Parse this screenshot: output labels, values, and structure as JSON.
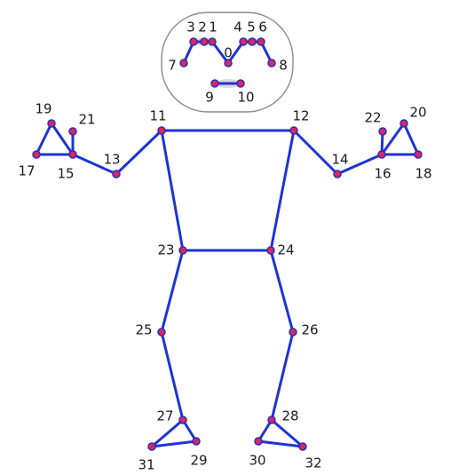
{
  "colors": {
    "bone": "#1f33d6",
    "joint_fill": "#e0245e",
    "joint_stroke": "#2a2fb8",
    "head_outline": "#8a8a8a",
    "eye_mouth": "#d9d9d9"
  },
  "landmarks": [
    {
      "id": 0,
      "label": "0"
    },
    {
      "id": 1,
      "label": "1"
    },
    {
      "id": 2,
      "label": "2"
    },
    {
      "id": 3,
      "label": "3"
    },
    {
      "id": 4,
      "label": "4"
    },
    {
      "id": 5,
      "label": "5"
    },
    {
      "id": 6,
      "label": "6"
    },
    {
      "id": 7,
      "label": "7"
    },
    {
      "id": 8,
      "label": "8"
    },
    {
      "id": 9,
      "label": "9"
    },
    {
      "id": 10,
      "label": "10"
    },
    {
      "id": 11,
      "label": "11"
    },
    {
      "id": 12,
      "label": "12"
    },
    {
      "id": 13,
      "label": "13"
    },
    {
      "id": 14,
      "label": "14"
    },
    {
      "id": 15,
      "label": "15"
    },
    {
      "id": 16,
      "label": "16"
    },
    {
      "id": 17,
      "label": "17"
    },
    {
      "id": 18,
      "label": "18"
    },
    {
      "id": 19,
      "label": "19"
    },
    {
      "id": 20,
      "label": "20"
    },
    {
      "id": 21,
      "label": "21"
    },
    {
      "id": 22,
      "label": "22"
    },
    {
      "id": 23,
      "label": "23"
    },
    {
      "id": 24,
      "label": "24"
    },
    {
      "id": 25,
      "label": "25"
    },
    {
      "id": 26,
      "label": "26"
    },
    {
      "id": 27,
      "label": "27"
    },
    {
      "id": 28,
      "label": "28"
    },
    {
      "id": 29,
      "label": "29"
    },
    {
      "id": 30,
      "label": "30"
    },
    {
      "id": 31,
      "label": "31"
    },
    {
      "id": 32,
      "label": "32"
    }
  ],
  "connections": [
    [
      0,
      1
    ],
    [
      1,
      2
    ],
    [
      2,
      3
    ],
    [
      3,
      7
    ],
    [
      0,
      4
    ],
    [
      4,
      5
    ],
    [
      5,
      6
    ],
    [
      6,
      8
    ],
    [
      9,
      10
    ],
    [
      11,
      12
    ],
    [
      11,
      13
    ],
    [
      13,
      15
    ],
    [
      15,
      17
    ],
    [
      15,
      19
    ],
    [
      15,
      21
    ],
    [
      17,
      19
    ],
    [
      12,
      14
    ],
    [
      14,
      16
    ],
    [
      16,
      18
    ],
    [
      16,
      20
    ],
    [
      16,
      22
    ],
    [
      18,
      20
    ],
    [
      11,
      23
    ],
    [
      12,
      24
    ],
    [
      23,
      24
    ],
    [
      23,
      25
    ],
    [
      24,
      26
    ],
    [
      25,
      27
    ],
    [
      27,
      29
    ],
    [
      27,
      31
    ],
    [
      29,
      31
    ],
    [
      26,
      28
    ],
    [
      28,
      30
    ],
    [
      28,
      32
    ],
    [
      30,
      32
    ]
  ]
}
